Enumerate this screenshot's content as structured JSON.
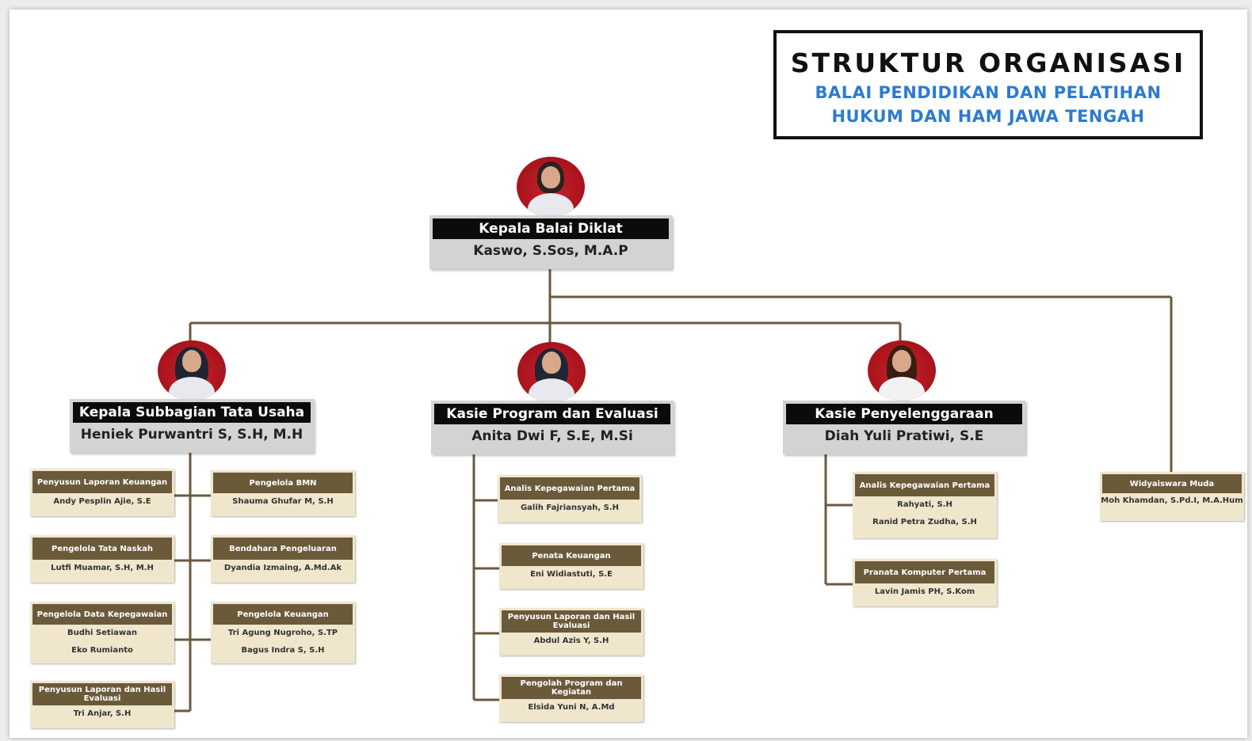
{
  "title": {
    "main": "STRUKTUR ORGANISASI",
    "line1": "BALAI PENDIDIKAN DAN PELATIHAN",
    "line2": "HUKUM DAN HAM JAWA TENGAH"
  },
  "head": {
    "role": "Kepala Balai Diklat",
    "name": "Kaswo, S.Sos, M.A.P"
  },
  "divisions": [
    {
      "role": "Kepala Subbagian Tata Usaha",
      "name": "Heniek Purwantri S, S.H, M.H"
    },
    {
      "role": "Kasie Program dan Evaluasi",
      "name": "Anita Dwi F, S.E, M.Si"
    },
    {
      "role": "Kasie Penyelenggaraan",
      "name": "Diah Yuli Pratiwi, S.E"
    }
  ],
  "tu_staff": [
    {
      "role": "Penyusun Laporan Keuangan",
      "names": [
        "Andy Pesplin Ajie, S.E"
      ]
    },
    {
      "role": "Pengelola BMN",
      "names": [
        "Shauma Ghufar M, S.H"
      ]
    },
    {
      "role": "Pengelola Tata Naskah",
      "names": [
        "Lutfi Muamar, S.H, M.H"
      ]
    },
    {
      "role": "Bendahara Pengeluaran",
      "names": [
        "Dyandia Izmaing, A.Md.Ak"
      ]
    },
    {
      "role": "Pengelola Data Kepegawaian",
      "names": [
        "Budhi Setiawan",
        "Eko Rumianto"
      ]
    },
    {
      "role": "Pengelola Keuangan",
      "names": [
        "Tri Agung Nugroho, S.TP",
        "Bagus Indra S, S.H"
      ]
    },
    {
      "role": "Penyusun Laporan dan Hasil Evaluasi",
      "names": [
        "Tri Anjar, S.H"
      ]
    }
  ],
  "program_staff": [
    {
      "role": "Analis Kepegawaian Pertama",
      "names": [
        "Galih Fajriansyah, S.H"
      ]
    },
    {
      "role": "Penata Keuangan",
      "names": [
        "Eni Widiastuti, S.E"
      ]
    },
    {
      "role": "Penyusun Laporan dan Hasil Evaluasi",
      "names": [
        "Abdul Azis Y, S.H"
      ]
    },
    {
      "role": "Pengolah Program dan Kegiatan",
      "names": [
        "Elsida Yuni N, A.Md"
      ]
    }
  ],
  "penyelenggaraan_staff": [
    {
      "role": "Analis Kepegawaian Pertama",
      "names": [
        "Rahyati, S.H",
        "Ranid Petra Zudha, S.H"
      ]
    },
    {
      "role": "Pranata Komputer Pertama",
      "names": [
        "Lavin Jamis PH, S.Kom"
      ]
    }
  ],
  "widyaiswara": {
    "role": "Widyaiswara Muda",
    "names": [
      "Moh Khamdan, S.Pd.I, M.A.Hum"
    ]
  },
  "colors": {
    "line": "#6b5a3e",
    "role_dark": "#0b0b0b",
    "card_gray": "#d3d3d3",
    "sub_header": "#6a5a3a",
    "sub_body": "#efe6cc",
    "subtitle_blue": "#2b7bd0",
    "photo_bg": "#c8202a"
  }
}
